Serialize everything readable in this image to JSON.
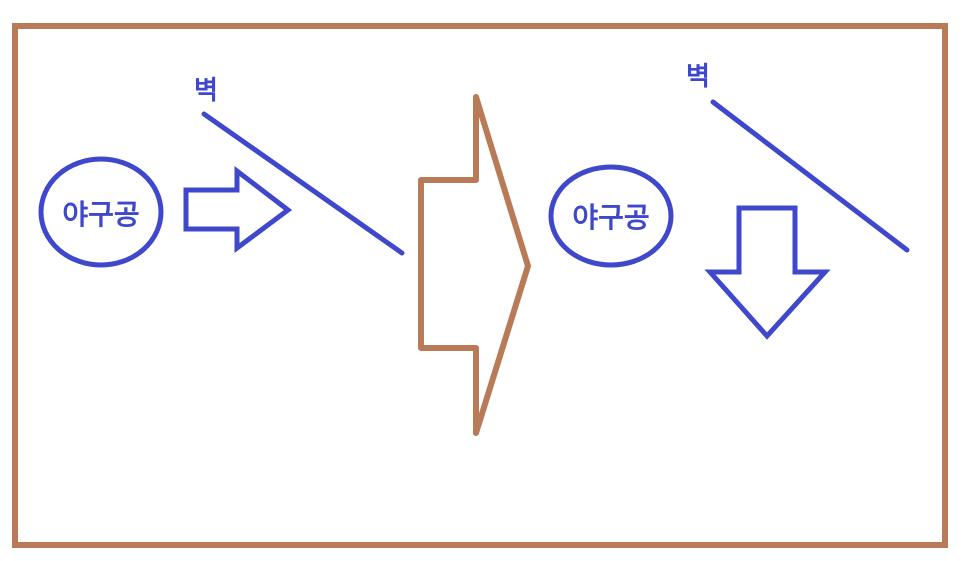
{
  "colors": {
    "frame": "#b97a57",
    "ink": "#3f48cc",
    "background": "#ffffff"
  },
  "panels": {
    "before": {
      "ball_label": "야구공",
      "wall_label": "벽",
      "motion_arrow": "arrow-right"
    },
    "transition_arrow": "arrow-right",
    "after": {
      "ball_label": "야구공",
      "wall_label": "벽",
      "motion_arrow": "arrow-down"
    }
  }
}
